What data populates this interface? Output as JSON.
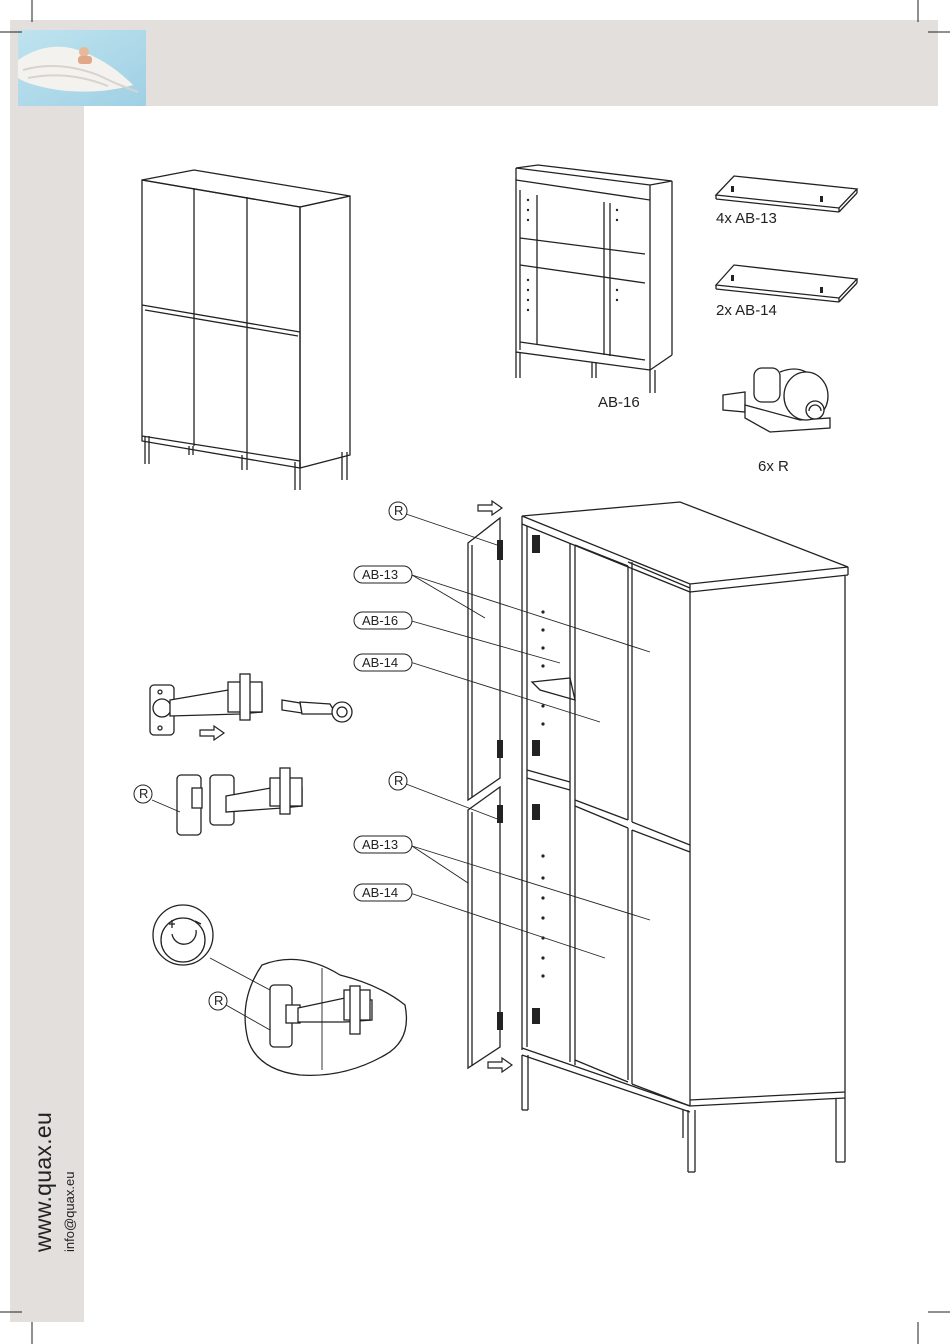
{
  "brand": {
    "website": "www.quax.eu",
    "email": "info@quax.eu",
    "accent_color": "#e2dfdc"
  },
  "parts": [
    {
      "qty": "4x",
      "code": "AB-13",
      "caption": "4x  AB-13"
    },
    {
      "qty": "2x",
      "code": "AB-14",
      "caption": "2x  AB-14"
    },
    {
      "qty": "6x",
      "code": "R",
      "caption": "6x R"
    }
  ],
  "cabinet_label": "AB-16",
  "callouts": {
    "r1": "R",
    "ab13_top": "AB-13",
    "ab16": "AB-16",
    "ab14_top": "AB-14",
    "r2": "R",
    "ab13_bottom": "AB-13",
    "ab14_bottom": "AB-14",
    "r3": "R",
    "r4": "R"
  },
  "icons": [
    "arrow-right-icon",
    "rotate-icon",
    "hinge-icon",
    "screwdriver-icon"
  ]
}
